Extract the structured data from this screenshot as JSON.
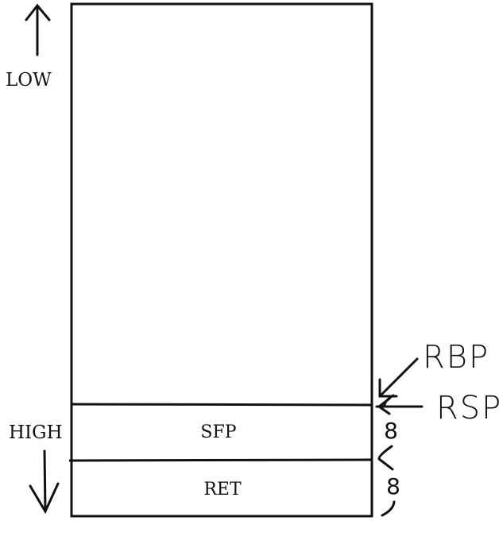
{
  "labels": {
    "low": "LOW",
    "high": "HIGH",
    "rbp": "RBP",
    "rsp": "RSP"
  },
  "stack": {
    "cells": [
      {
        "id": "sfp",
        "label": "SFP",
        "size": "8"
      },
      {
        "id": "ret",
        "label": "RET",
        "size": "8"
      }
    ]
  },
  "colors": {
    "stroke": "#111111",
    "background": "#ffffff"
  }
}
